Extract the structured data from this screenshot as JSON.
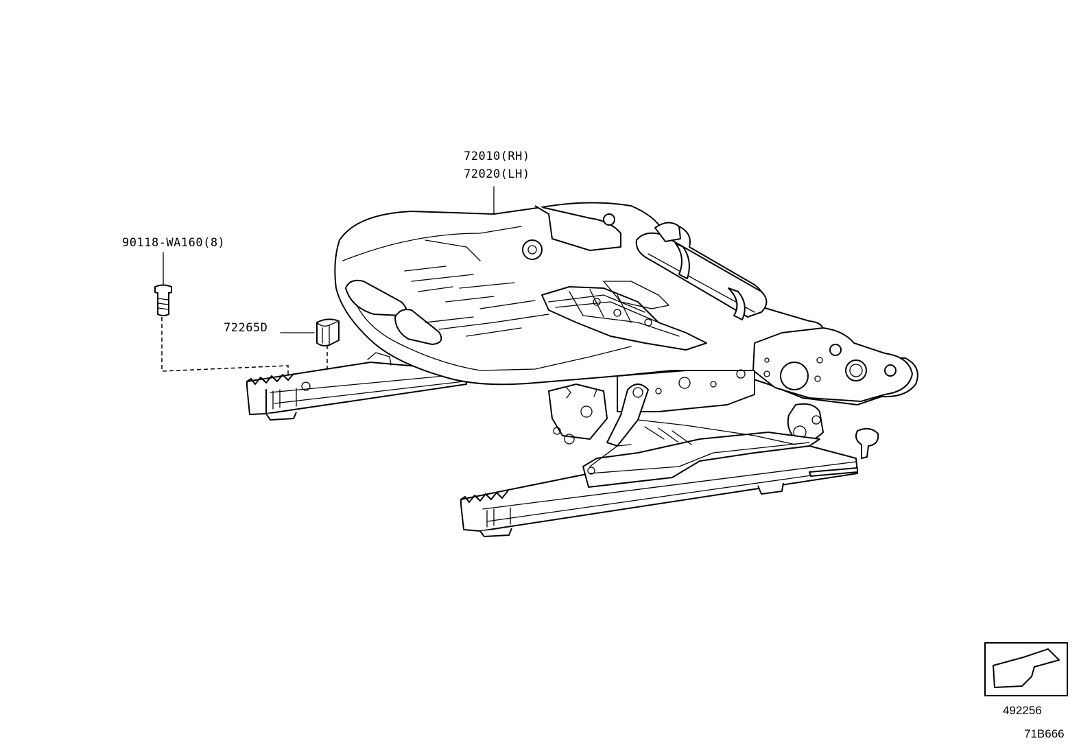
{
  "callouts": {
    "seat_adjuster_rh": "72010(RH)",
    "seat_adjuster_lh": "72020(LH)",
    "bolt": "90118-WA160(8)",
    "cap": "72265D"
  },
  "footer": {
    "ref_number": "492256",
    "diagram_code": "71B666"
  }
}
